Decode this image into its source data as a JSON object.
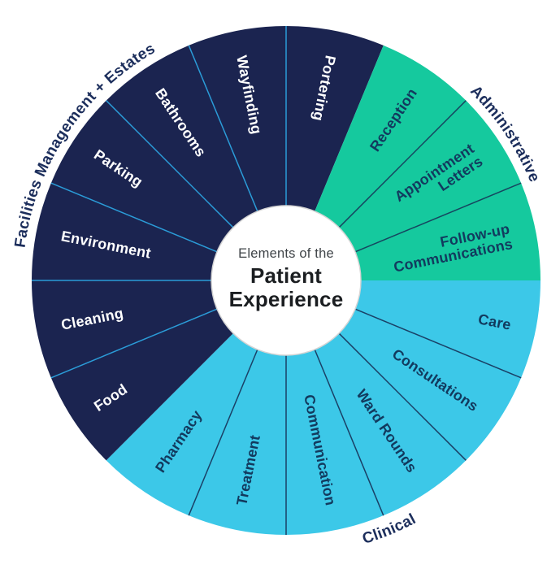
{
  "center": {
    "subtitle": "Elements of the",
    "title_line1": "Patient",
    "title_line2": "Experience"
  },
  "background_color": "#ffffff",
  "group_label_color": "#1c2e5c",
  "center_circle": {
    "fill": "#ffffff",
    "border": "#d4d4d4"
  },
  "groups": [
    {
      "id": "facilities",
      "label": "Facilities Management + Estates",
      "fill": "#1b2450",
      "divider_color": "#2b9cd8",
      "label_text_color": "#ffffff"
    },
    {
      "id": "administrative",
      "label": "Administrative",
      "fill": "#15c99e",
      "divider_color": "#16455f",
      "label_text_color": "#123a5e"
    },
    {
      "id": "clinical",
      "label": "Clinical",
      "fill": "#3cc8e8",
      "divider_color": "#1a4066",
      "label_text_color": "#123a5e"
    }
  ],
  "segments": [
    {
      "label": [
        "Portering"
      ],
      "group": "facilities"
    },
    {
      "label": [
        "Reception"
      ],
      "group": "administrative"
    },
    {
      "label": [
        "Appointment",
        "Letters"
      ],
      "group": "administrative"
    },
    {
      "label": [
        "Follow-up",
        "Communications"
      ],
      "group": "administrative"
    },
    {
      "label": [
        "Care"
      ],
      "group": "clinical"
    },
    {
      "label": [
        "Consultations"
      ],
      "group": "clinical"
    },
    {
      "label": [
        "Ward Rounds"
      ],
      "group": "clinical"
    },
    {
      "label": [
        "Communication"
      ],
      "group": "clinical"
    },
    {
      "label": [
        "Treatment"
      ],
      "group": "clinical"
    },
    {
      "label": [
        "Pharmacy"
      ],
      "group": "clinical"
    },
    {
      "label": [
        "Food"
      ],
      "group": "facilities"
    },
    {
      "label": [
        "Cleaning"
      ],
      "group": "facilities"
    },
    {
      "label": [
        "Environment"
      ],
      "group": "facilities"
    },
    {
      "label": [
        "Parking"
      ],
      "group": "facilities"
    },
    {
      "label": [
        "Bathrooms"
      ],
      "group": "facilities"
    },
    {
      "label": [
        "Wayfinding"
      ],
      "group": "facilities"
    }
  ]
}
